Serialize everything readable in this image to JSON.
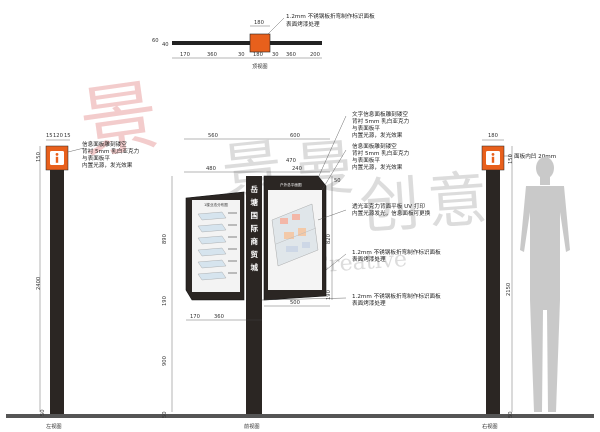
{
  "top_view": {
    "note_lines": [
      "1.2mm 不锈钢板折弯制作标识面板",
      "表面烤漆处理"
    ],
    "caption": "顶视图",
    "dim_width": "180",
    "dims_bottom": [
      "170",
      "360",
      "30",
      "180",
      "30",
      "360",
      "200"
    ],
    "dim_side": [
      "60",
      "40"
    ]
  },
  "left_view": {
    "caption": "左视图",
    "dims_top": [
      "15",
      "120",
      "15"
    ],
    "dims_side_top": [
      "150"
    ],
    "dim_height": "2400",
    "dim_bottom": "50",
    "note_lines": [
      "信息面板雕刻镂空",
      "背衬 5mm 乳白亚克力",
      "与表面板平",
      "内置光源，发光效果"
    ]
  },
  "front_view": {
    "caption": "前视图",
    "dims_top": [
      "560",
      "600"
    ],
    "dims_top2": [
      "480",
      "470",
      "240"
    ],
    "dims_right": [
      "50",
      "820",
      "190"
    ],
    "dims_left": [
      "890",
      "190",
      "900",
      "50"
    ],
    "dims_bottom": [
      "170",
      "360",
      "500"
    ],
    "title_text": "岳塘国际商贸城",
    "left_panel_title": "1楼业态分布图",
    "right_panel_title": "户外总平面图",
    "notes": [
      [
        "文字信息面板雕刻镂空",
        "背衬 5mm 乳白亚克力",
        "与表面板平",
        "内置光源，发光效果"
      ],
      [
        "信息面板雕刻镂空",
        "背衬 5mm 乳白亚克力",
        "与表面板平",
        "内置光源，发光效果"
      ],
      [
        "透光亚克力背面平板 UV 打印",
        "内置光源发光，信息面板可更换"
      ],
      [
        "1.2mm 不锈钢板折弯制作标识面板",
        "表面烤漆处理"
      ],
      [
        "1.2mm 不锈钢板折弯制作标识面板",
        "表面烤漆处理"
      ]
    ]
  },
  "right_view": {
    "caption": "右视图",
    "dims_top": [
      "180"
    ],
    "note": "面板内凹 20mm",
    "dims_right": [
      "150",
      "2150",
      "50"
    ]
  },
  "watermark": {
    "seal_char": "景",
    "chars": [
      "景",
      "曼",
      "创",
      "意"
    ],
    "latin": "Creative"
  },
  "colors": {
    "panel_orange": "#e8601c",
    "post": "#2b2623",
    "ground": "#555555",
    "dim_line": "#444444"
  },
  "icons": [
    "info-icon"
  ]
}
